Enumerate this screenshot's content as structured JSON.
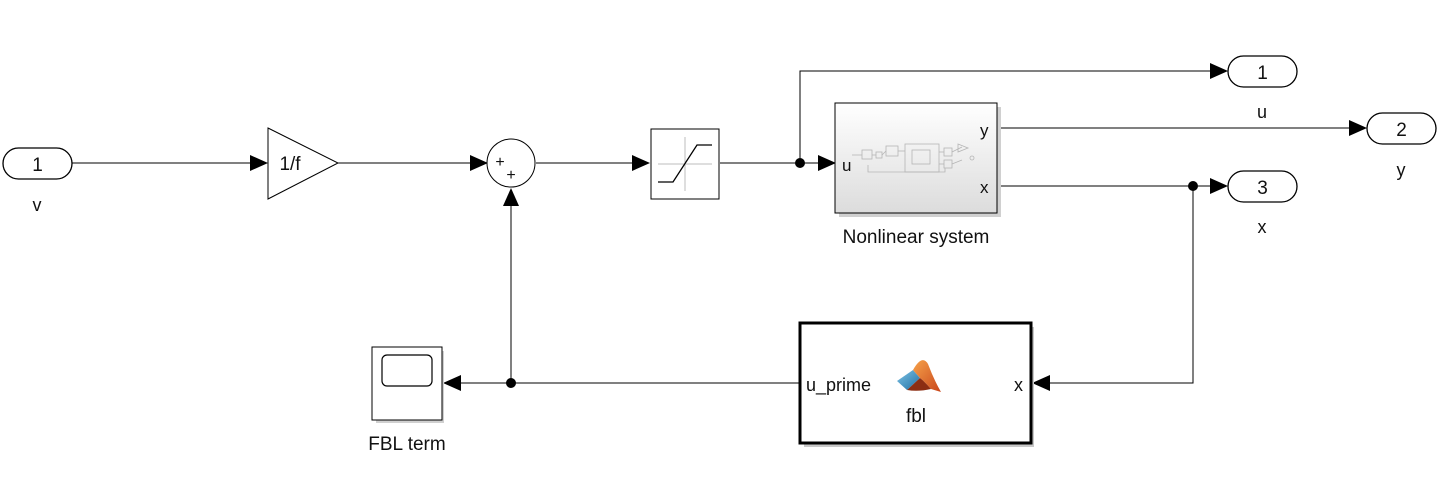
{
  "inports": [
    {
      "number": "1",
      "label": "v"
    }
  ],
  "outports": [
    {
      "number": "1",
      "label": "u"
    },
    {
      "number": "2",
      "label": "y"
    },
    {
      "number": "3",
      "label": "x"
    }
  ],
  "gain": {
    "text": "1/f"
  },
  "sum": {
    "sign_left": "+",
    "sign_bottom": "+"
  },
  "subsystem": {
    "label": "Nonlinear system",
    "in_port": "u",
    "out_port_y": "y",
    "out_port_x": "x"
  },
  "matlab_function": {
    "name": "fbl",
    "in_port": "x",
    "out_port": "u_prime"
  },
  "scope": {
    "label": "FBL term"
  }
}
